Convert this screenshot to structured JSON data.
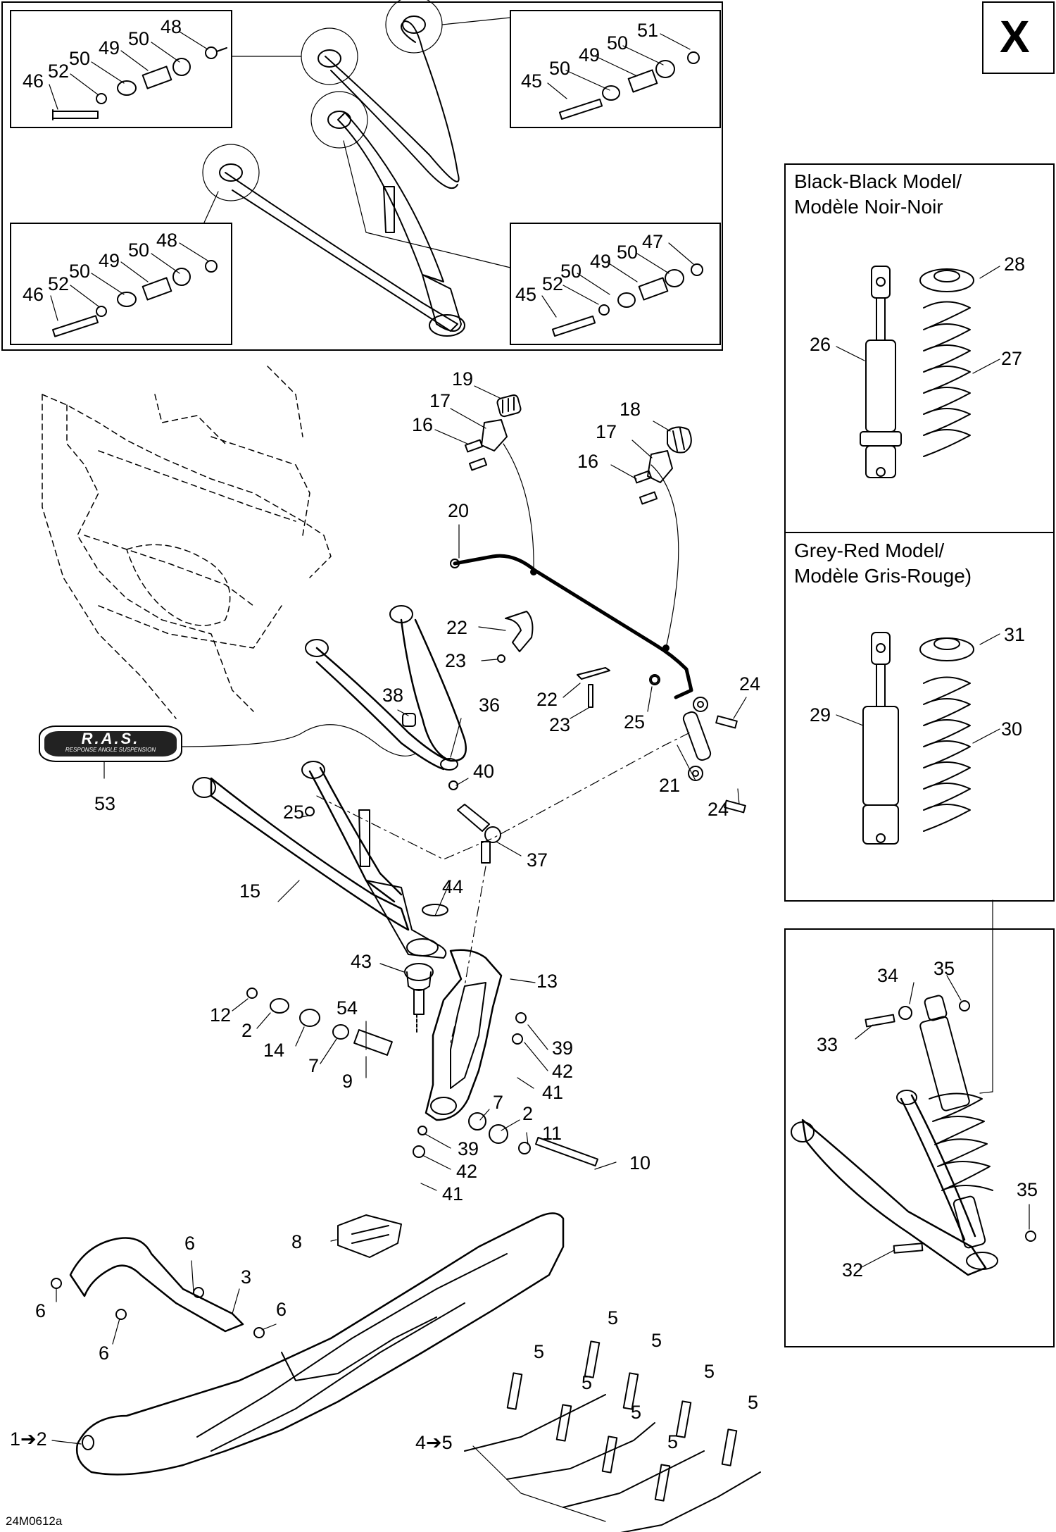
{
  "sheet": {
    "letter": "X",
    "code": "24M0612a"
  },
  "models": [
    {
      "title": "Black-Black Model/\nModèle Noir-Noir"
    },
    {
      "title": "Grey-Red Model/\nModèle Gris-Rouge)"
    }
  ],
  "logo": {
    "text": "R.A.S.",
    "subtext": "RESPONSE ANGLE SUSPENSION"
  },
  "callouts": [
    "48",
    "50",
    "49",
    "50",
    "52",
    "46",
    "51",
    "50",
    "49",
    "50",
    "45",
    "48",
    "50",
    "49",
    "50",
    "52",
    "46",
    "47",
    "50",
    "49",
    "50",
    "52",
    "45",
    "28",
    "26",
    "27",
    "31",
    "29",
    "30",
    "19",
    "17",
    "16",
    "18",
    "17",
    "16",
    "20",
    "22",
    "23",
    "22",
    "23",
    "25",
    "24",
    "21",
    "24",
    "38",
    "36",
    "53",
    "25",
    "40",
    "37",
    "15",
    "44",
    "43",
    "13",
    "12",
    "2",
    "14",
    "54",
    "7",
    "9",
    "39",
    "42",
    "41",
    "7",
    "2",
    "11",
    "39",
    "42",
    "41",
    "10",
    "8",
    "6",
    "3",
    "6",
    "6",
    "6",
    "1➔2",
    "5",
    "5",
    "5",
    "5",
    "5",
    "5",
    "5",
    "5",
    "4➔5",
    "34",
    "35",
    "33",
    "35",
    "32"
  ]
}
